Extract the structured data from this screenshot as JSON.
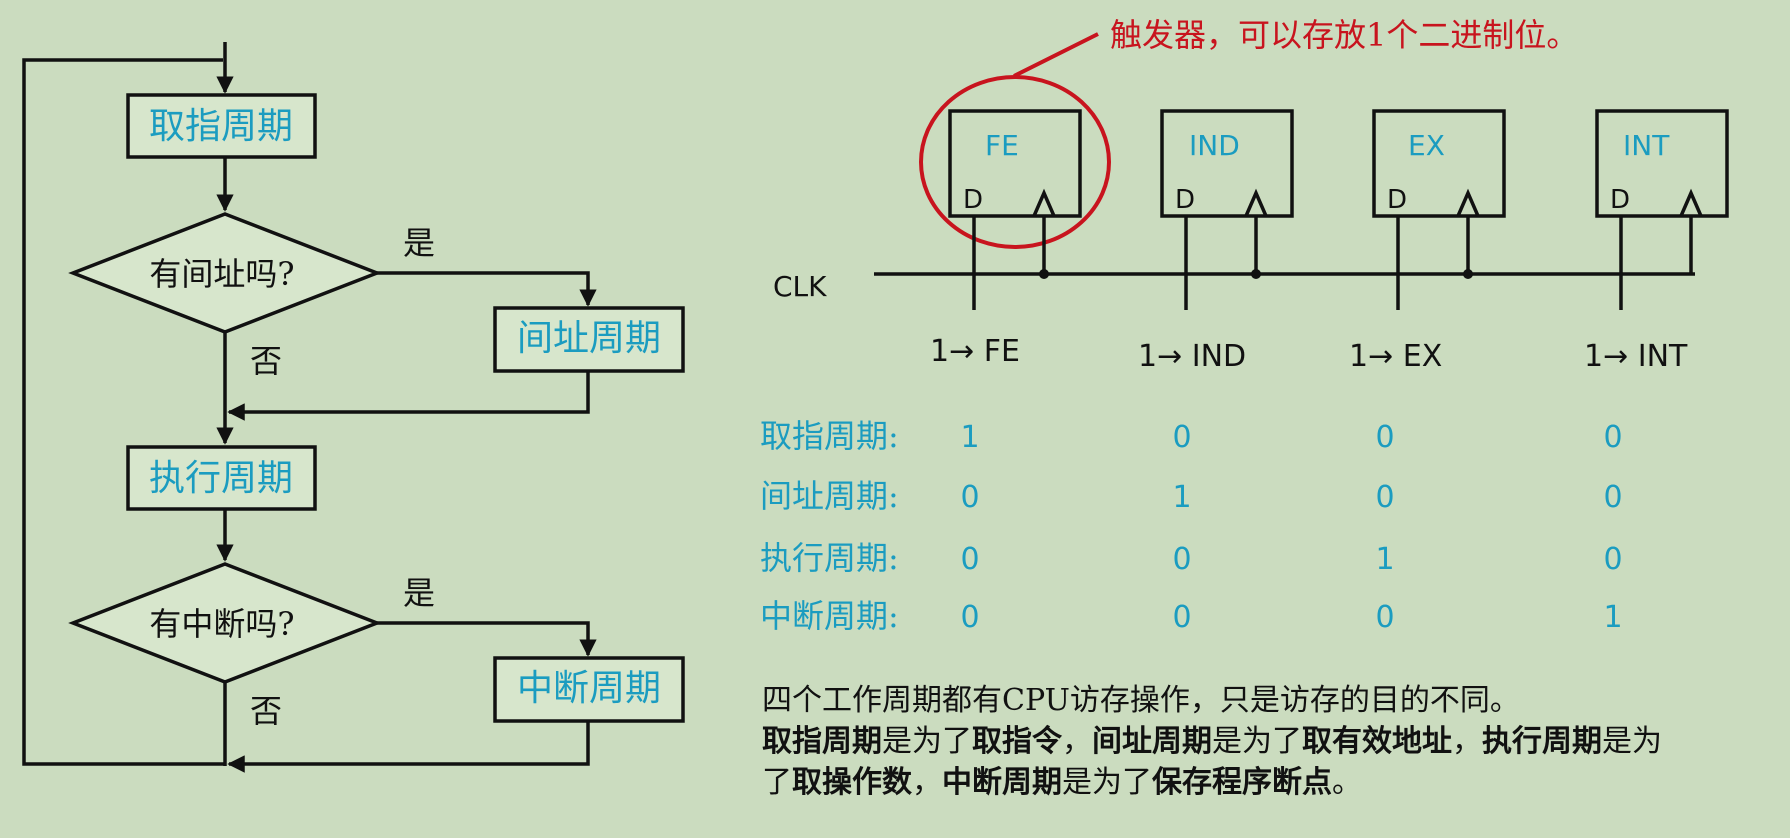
{
  "flowchart": {
    "fetch_cycle": "取指周期",
    "q_indirect": "有间址吗?",
    "yes_label": "是",
    "no_label": "否",
    "indirect_cycle": "间址周期",
    "execute_cycle": "执行周期",
    "q_interrupt": "有中断吗?",
    "interrupt_cycle": "中断周期"
  },
  "annotation": "触发器，可以存放1个二进制位。",
  "clk_label": "CLK",
  "flipflops": [
    {
      "name": "FE",
      "input": "D",
      "set_label": "1→ FE"
    },
    {
      "name": "IND",
      "input": "D",
      "set_label": "1→ IND"
    },
    {
      "name": "EX",
      "input": "D",
      "set_label": "1→ EX"
    },
    {
      "name": "INT",
      "input": "D",
      "set_label": "1→ INT"
    }
  ],
  "state_table": {
    "rows": [
      {
        "label": "取指周期:",
        "values": [
          "1",
          "0",
          "0",
          "0"
        ]
      },
      {
        "label": "间址周期:",
        "values": [
          "0",
          "1",
          "0",
          "0"
        ]
      },
      {
        "label": "执行周期:",
        "values": [
          "0",
          "0",
          "1",
          "0"
        ]
      },
      {
        "label": "中断周期:",
        "values": [
          "0",
          "0",
          "0",
          "1"
        ]
      }
    ]
  },
  "notes": {
    "line1": "四个工作周期都有CPU访存操作，只是访存的目的不同。",
    "line2": [
      {
        "text": "取指周期",
        "bold": true
      },
      {
        "text": "是为了",
        "bold": false
      },
      {
        "text": "取指令",
        "bold": true
      },
      {
        "text": "，",
        "bold": false
      },
      {
        "text": "间址周期",
        "bold": true
      },
      {
        "text": "是为了",
        "bold": false
      },
      {
        "text": "取有效地址",
        "bold": true
      },
      {
        "text": "，",
        "bold": false
      },
      {
        "text": "执行周期",
        "bold": true
      },
      {
        "text": "是为了",
        "bold": false
      },
      {
        "text": "取操作数",
        "bold": true
      },
      {
        "text": "，",
        "bold": false
      },
      {
        "text": "中断周期",
        "bold": true
      },
      {
        "text": "是为了",
        "bold": false
      },
      {
        "text": "保存程序断点",
        "bold": true
      },
      {
        "text": "。",
        "bold": false
      }
    ]
  },
  "colors": {
    "background": "#cbdcbf",
    "cycle_text": "#1b9cc0",
    "annotation": "#c8141e",
    "lines": "#111111"
  }
}
